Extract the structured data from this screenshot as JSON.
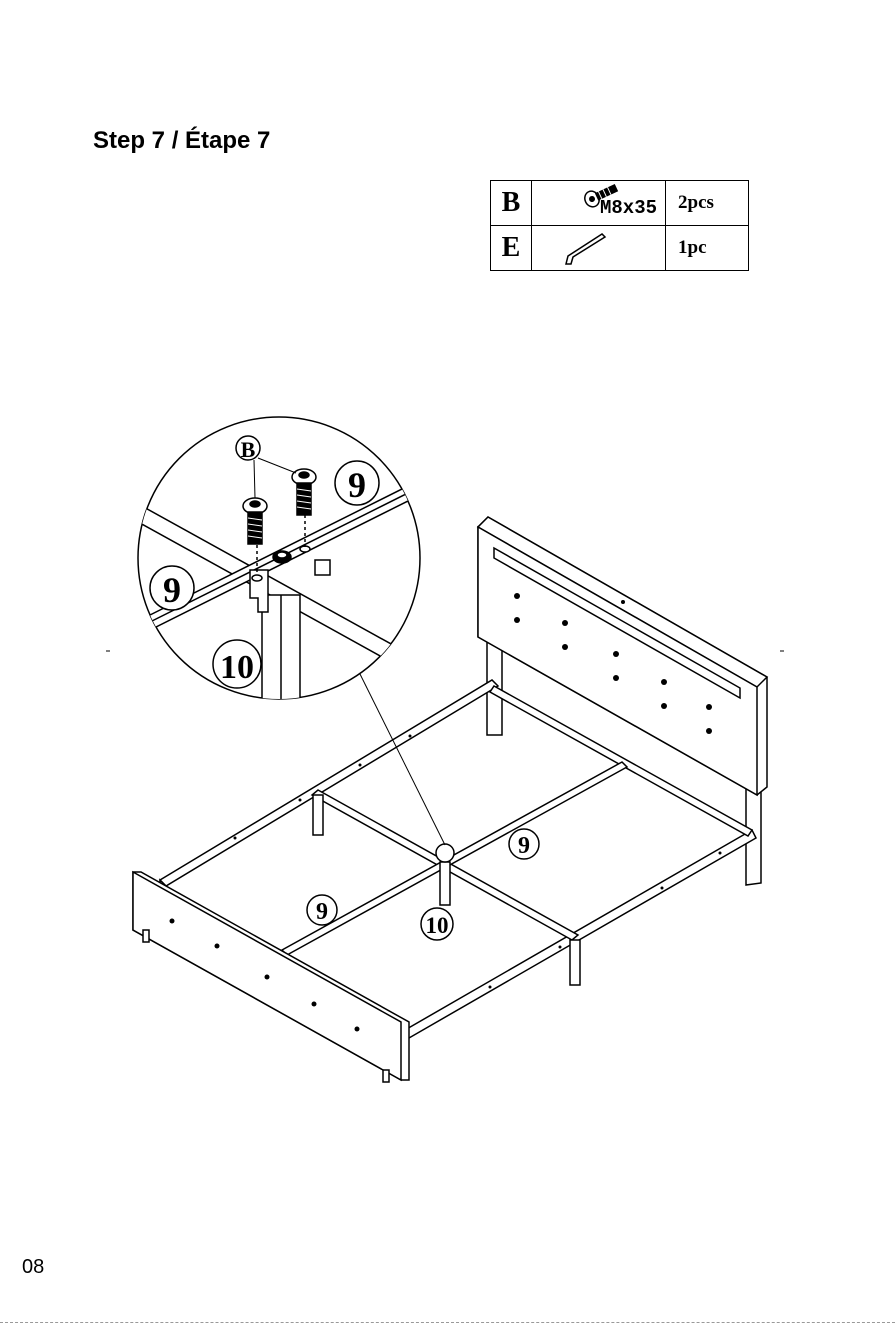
{
  "step": {
    "title": "Step 7 / Étape 7"
  },
  "parts": [
    {
      "letter": "B",
      "icon": "bolt-icon",
      "spec": "M8x35",
      "qty": "2pcs"
    },
    {
      "letter": "E",
      "icon": "allen-key-icon",
      "spec": "",
      "qty": "1pc"
    }
  ],
  "callouts": {
    "bolt_label": "B",
    "slat_top": "9",
    "slat_left": "9",
    "leg": "10",
    "slat_right_main": "9",
    "slat_left_main": "9",
    "leg_main": "10"
  },
  "page": {
    "number": "08"
  }
}
